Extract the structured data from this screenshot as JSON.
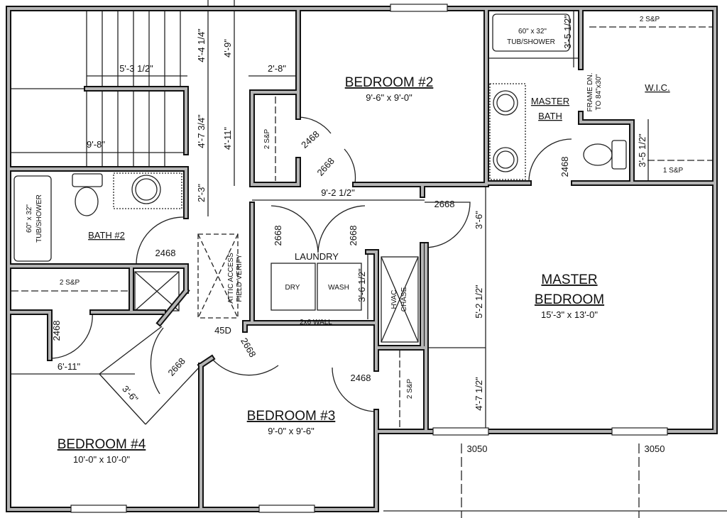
{
  "plan": {
    "rooms": {
      "bedroom2": {
        "name": "BEDROOM #2",
        "size": "9'-6\" x 9'-0\""
      },
      "bedroom3": {
        "name": "BEDROOM #3",
        "size": "9'-0\" x 9'-6\""
      },
      "bedroom4": {
        "name": "BEDROOM #4",
        "size": "10'-0\" x 10'-0\""
      },
      "master_line1": "MASTER",
      "master_line2": "BEDROOM",
      "master_size": "15'-3\" x 13'-0\"",
      "master_bath_line1": "MASTER",
      "master_bath_line2": "BATH",
      "wic": "W.I.C.",
      "bath2": "BATH #2",
      "laundry": "LAUNDRY"
    },
    "fixtures": {
      "tub_master_1": "60\" x 32\"",
      "tub_master_2": "TUB/SHOWER",
      "tub_bath2_1": "60\" x 32\"",
      "tub_bath2_2": "TUB/SHOWER",
      "dry": "DRY",
      "wash": "WASH",
      "hvac_1": "HVAC",
      "hvac_2": "CHASE",
      "attic_1": "ATTIC ACCESS",
      "attic_2": "FIELD VERIFY",
      "frame_1": "FRAME DN.",
      "frame_2": "TO 84\"x30\"",
      "wall_2x6": "2x6 WALL",
      "sp_wic_top": "2 S&P",
      "sp_wic_bottom": "1 S&P",
      "sp_bed2_closet": "2 S&P",
      "sp_hall": "2 S&P",
      "sp_bed3_closet": "2 S&P"
    },
    "doors": {
      "bed2_closet": "2468",
      "bed2_entry": "2668",
      "master_bath": "2468",
      "hall_master": "2668",
      "laundry_left": "2668",
      "laundry_right": "2668",
      "bath2": "2468",
      "bed4_closet": "2468",
      "bed4_entry": "2668",
      "bed3_entry": "2668",
      "bed3_closet": "2468",
      "angle": "45D"
    },
    "dimensions": {
      "stair_top": "5'-3 1/2\"",
      "stair_width": "9'-8\"",
      "d_4_4": "4'-4 1/4\"",
      "d_4_7": "4'-7 3/4\"",
      "d_2_3": "2'-3\"",
      "d_4_9": "4'-9\"",
      "d_4_11": "4'-11\"",
      "d_2_8": "2'-8\"",
      "d_9_2": "9'-2 1/2\"",
      "d_3_6_hall": "3'-6\"",
      "d_3_6_laundry": "3'-6 1/2\"",
      "d_5_2": "5'-2 1/2\"",
      "d_4_7_master": "4'-7 1/2\"",
      "d_3_5_tub": "3'-5 1/2\"",
      "d_3_5_wic": "3'-5 1/2\"",
      "d_6_11": "6'-11\"",
      "d_3_6_diag": "3'-6\""
    },
    "windows": {
      "w1": "3050",
      "w2": "3050"
    }
  }
}
